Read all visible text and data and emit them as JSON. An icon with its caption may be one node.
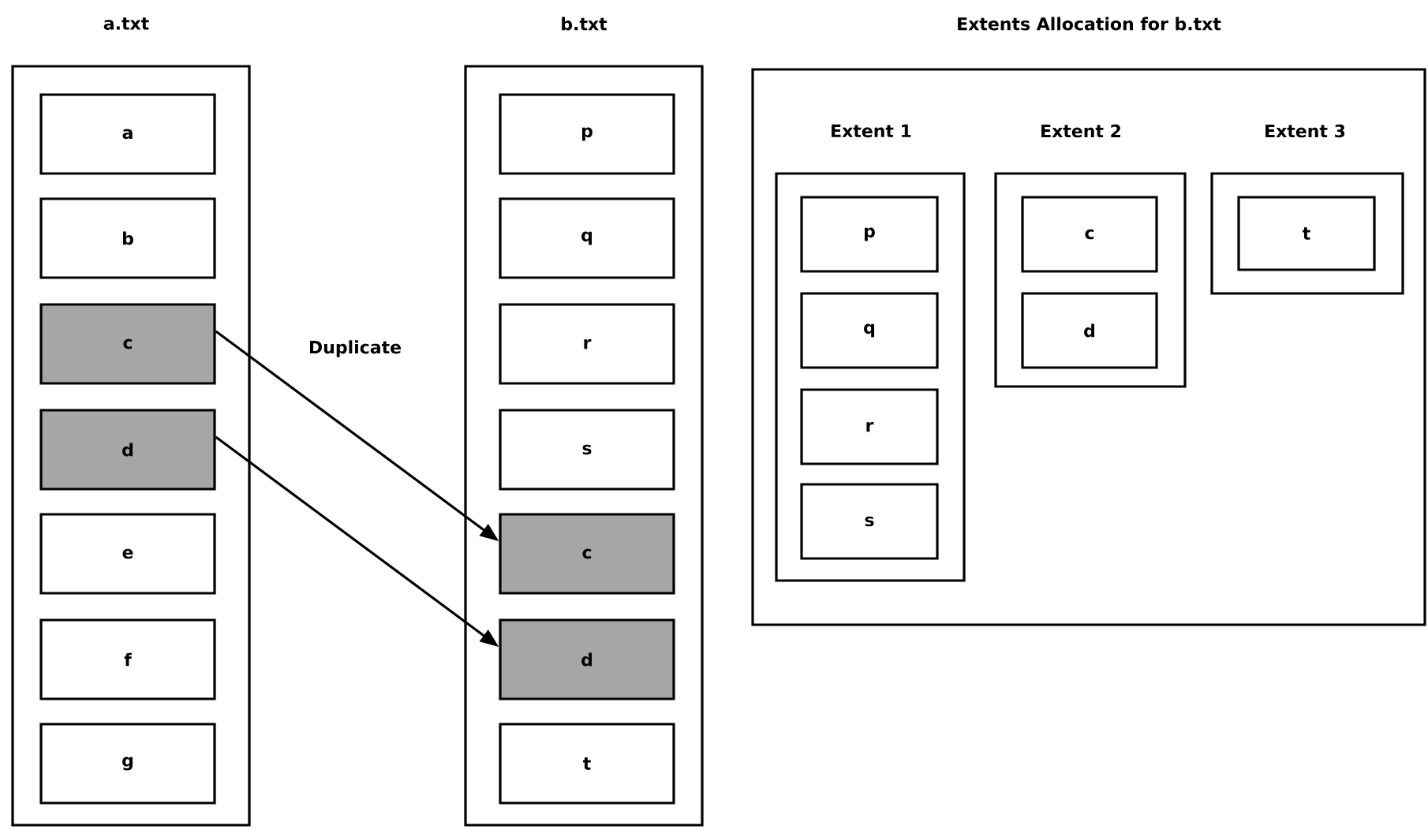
{
  "diagram": {
    "nodes": [
      {
        "text": [
          "a.txt"
        ]
      },
      {
        "text": [
          "a"
        ],
        "in": 0
      },
      {
        "text": [
          "b"
        ],
        "in": 0
      },
      {
        "text": [
          "c"
        ],
        "in": 0
      },
      {
        "text": [
          "d"
        ],
        "in": 0
      },
      {
        "text": [
          "e"
        ],
        "in": 0
      },
      {
        "text": [
          "f"
        ],
        "in": 0
      },
      {
        "text": [
          "g"
        ],
        "in": 0
      },
      {
        "text": [
          "b.txt"
        ]
      },
      {
        "text": [
          "p"
        ],
        "in": 8
      },
      {
        "text": [
          "q"
        ],
        "in": 8
      },
      {
        "text": [
          "r"
        ],
        "in": 8
      },
      {
        "text": [
          "s"
        ],
        "in": 8
      },
      {
        "text": [
          "c"
        ],
        "in": 8
      },
      {
        "text": [
          "d"
        ],
        "in": 8
      },
      {
        "text": [
          "t"
        ],
        "in": 8
      },
      {
        "text": [
          "Extents Allocation for b.txt"
        ]
      },
      {
        "text": [
          "Extent 1"
        ],
        "in": 16
      },
      {
        "text": [
          "p"
        ],
        "in": 17
      },
      {
        "text": [
          "q"
        ],
        "in": 17
      },
      {
        "text": [
          "r"
        ],
        "in": 17
      },
      {
        "text": [
          "s"
        ],
        "in": 17
      },
      {
        "text": [
          "Extent 2"
        ],
        "in": 16
      },
      {
        "text": [
          "c"
        ],
        "in": 22
      },
      {
        "text": [
          "d"
        ],
        "in": 22
      },
      {
        "text": [
          "Extent 3"
        ],
        "in": 16
      },
      {
        "text": [
          "t"
        ],
        "in": 25
      }
    ],
    "edges": [
      {
        "from": 3,
        "to": 13,
        "arrow": "to"
      },
      {
        "from": 4,
        "to": 14,
        "arrow": "to"
      }
    ],
    "labels": [
      "Duplicate"
    ]
  }
}
